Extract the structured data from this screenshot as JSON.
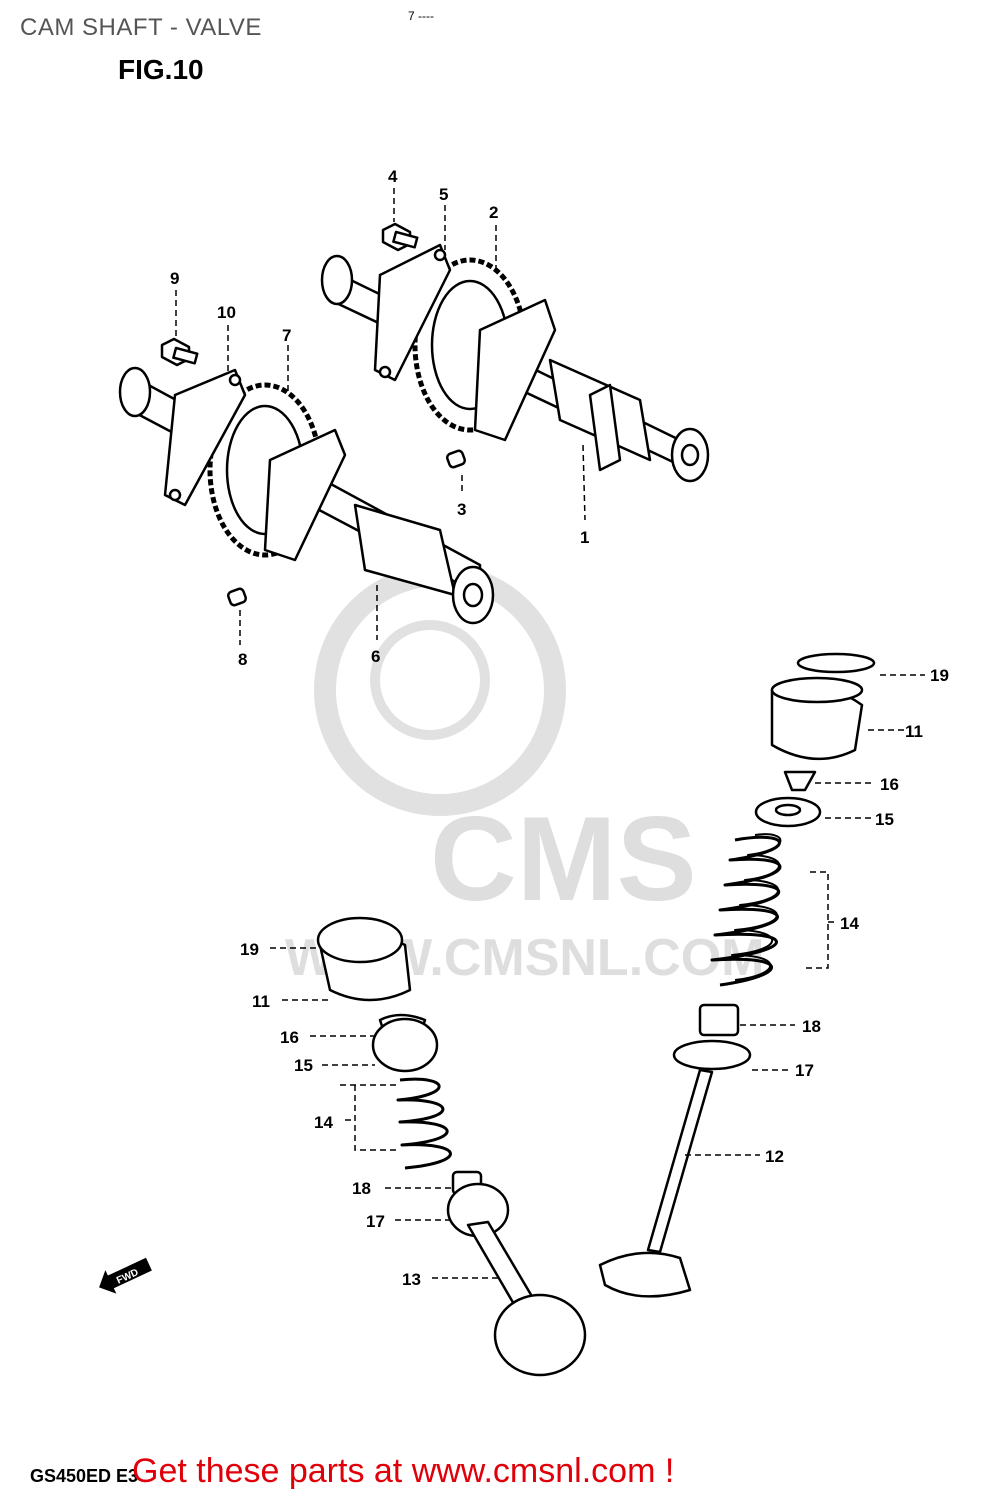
{
  "header": {
    "title": "CAM SHAFT - VALVE",
    "figure_label": "FIG.10",
    "corner_mark": "7 ----"
  },
  "watermark": {
    "brand": "CMS",
    "url": "WWW.CMSNL.COM"
  },
  "footer": {
    "model_code": "GS450ED E3",
    "promo_text": "Get these parts at www.cmsnl.com !"
  },
  "fwd_marker": "FWD",
  "colors": {
    "promo": "#e0000a",
    "line": "#000000",
    "watermark": "#d9d9d9"
  },
  "callouts": {
    "c1": "1",
    "c2": "2",
    "c3": "3",
    "c4": "4",
    "c5": "5",
    "c6": "6",
    "c7": "7",
    "c8": "8",
    "c9": "9",
    "c10": "10",
    "r19": "19",
    "r11": "11",
    "r16": "16",
    "r15": "15",
    "r14": "14",
    "r18": "18",
    "r17": "17",
    "r12": "12",
    "l19": "19",
    "l11": "11",
    "l16": "16",
    "l15": "15",
    "l14": "14",
    "l18": "18",
    "l17": "17",
    "l13": "13"
  }
}
